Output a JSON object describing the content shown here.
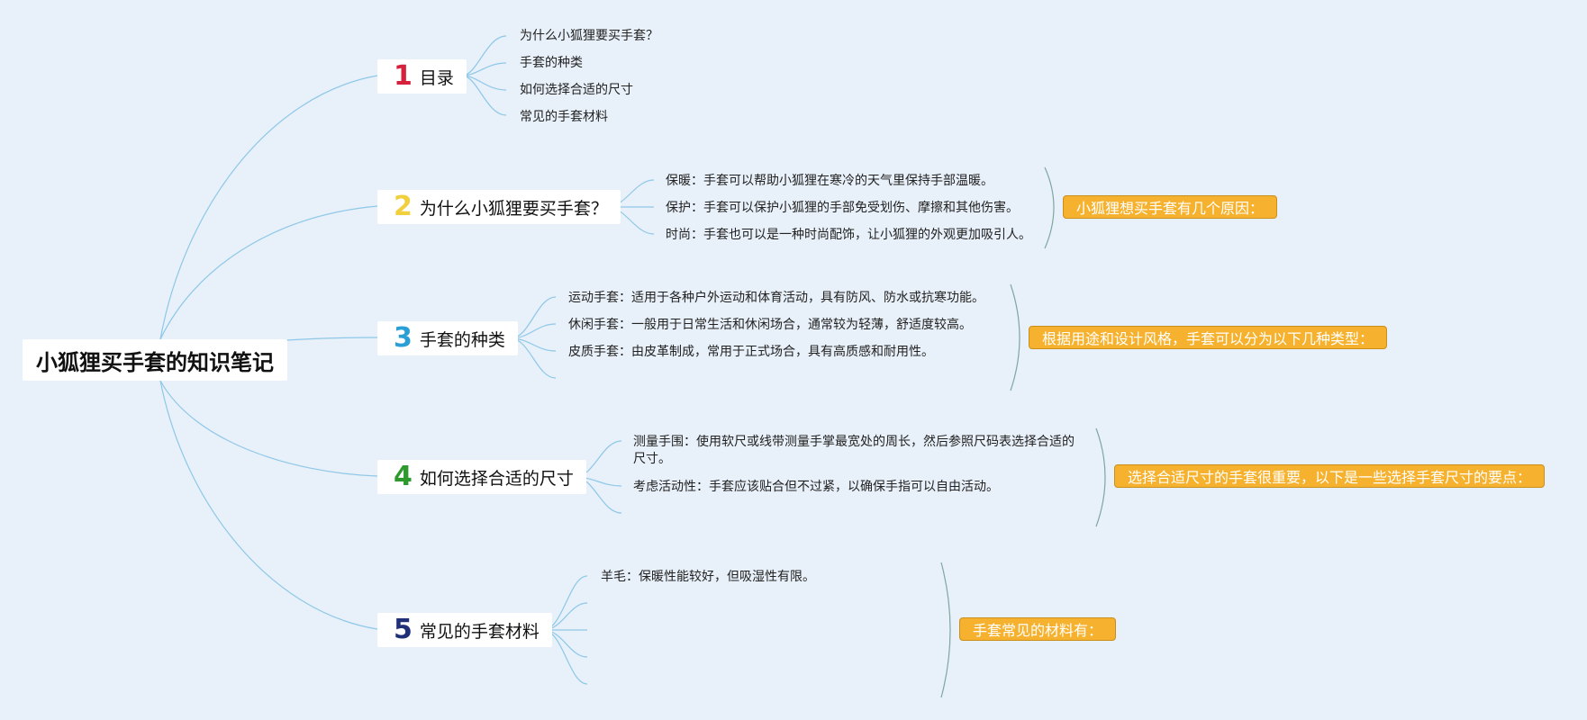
{
  "root": {
    "label": "小狐狸买手套的知识笔记"
  },
  "colors": {
    "background": "#e8f0f9",
    "link": "#8ec8e8",
    "bracket": "#7fa7a0",
    "summary_fill": "#f6b22e",
    "num1": "#d6213c",
    "num2": "#f2d03d",
    "num3": "#2a9fd6",
    "num4": "#2e9a2e",
    "num5": "#1f2f78"
  },
  "topics": [
    {
      "num": "1",
      "label": "目录",
      "items": [
        "为什么小狐狸要买手套？",
        "手套的种类",
        "如何选择合适的尺寸",
        "常见的手套材料"
      ]
    },
    {
      "num": "2",
      "label": "为什么小狐狸要买手套？",
      "items": [
        "保暖：手套可以帮助小狐狸在寒冷的天气里保持手部温暖。",
        "保护：手套可以保护小狐狸的手部免受划伤、摩擦和其他伤害。",
        "时尚：手套也可以是一种时尚配饰，让小狐狸的外观更加吸引人。"
      ],
      "summary": "小狐狸想买手套有几个原因："
    },
    {
      "num": "3",
      "label": "手套的种类",
      "items": [
        "运动手套：适用于各种户外运动和体育活动，具有防风、防水或抗寒功能。",
        "休闲手套：一般用于日常生活和休闲场合，通常较为轻薄，舒适度较高。",
        "皮质手套：由皮革制成，常用于正式场合，具有高质感和耐用性。"
      ],
      "summary": "根据用途和设计风格，手套可以分为以下几种类型："
    },
    {
      "num": "4",
      "label": "如何选择合适的尺寸",
      "items": [
        "测量手围：使用软尺或线带测量手掌最宽处的周长，然后参照尺码表选择合适的",
        "尺寸。",
        "考虑活动性：手套应该贴合但不过紧，以确保手指可以自由活动。"
      ],
      "summary": "选择合适尺寸的手套很重要，以下是一些选择手套尺寸的要点："
    },
    {
      "num": "5",
      "label": "常见的手套材料",
      "items": [
        "羊毛：保暖性能较好，但吸湿性有限。"
      ],
      "summary": "手套常见的材料有："
    }
  ]
}
